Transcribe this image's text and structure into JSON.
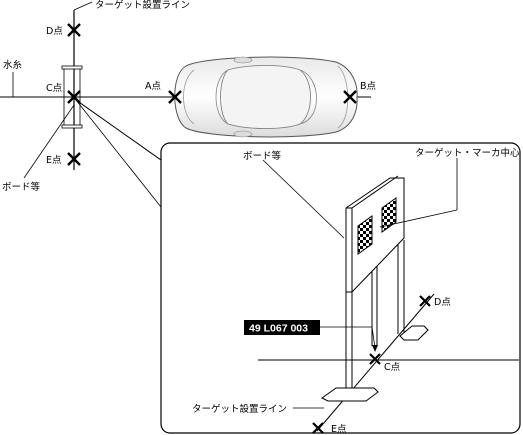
{
  "overview": {
    "target_line_label": "ターゲット設置ライン",
    "water_line_label": "水糸",
    "board_label": "ボード等",
    "points": {
      "a": "A点",
      "b": "B点",
      "c": "C点",
      "d": "D点",
      "e": "E点"
    }
  },
  "detail": {
    "board_label": "ボード等",
    "target_center_label": "ターゲット・マーカ中心",
    "code": "49 L067 003",
    "target_line_label": "ターゲット設置ライン",
    "points": {
      "c": "C点",
      "d": "D点",
      "e": "E点"
    }
  }
}
